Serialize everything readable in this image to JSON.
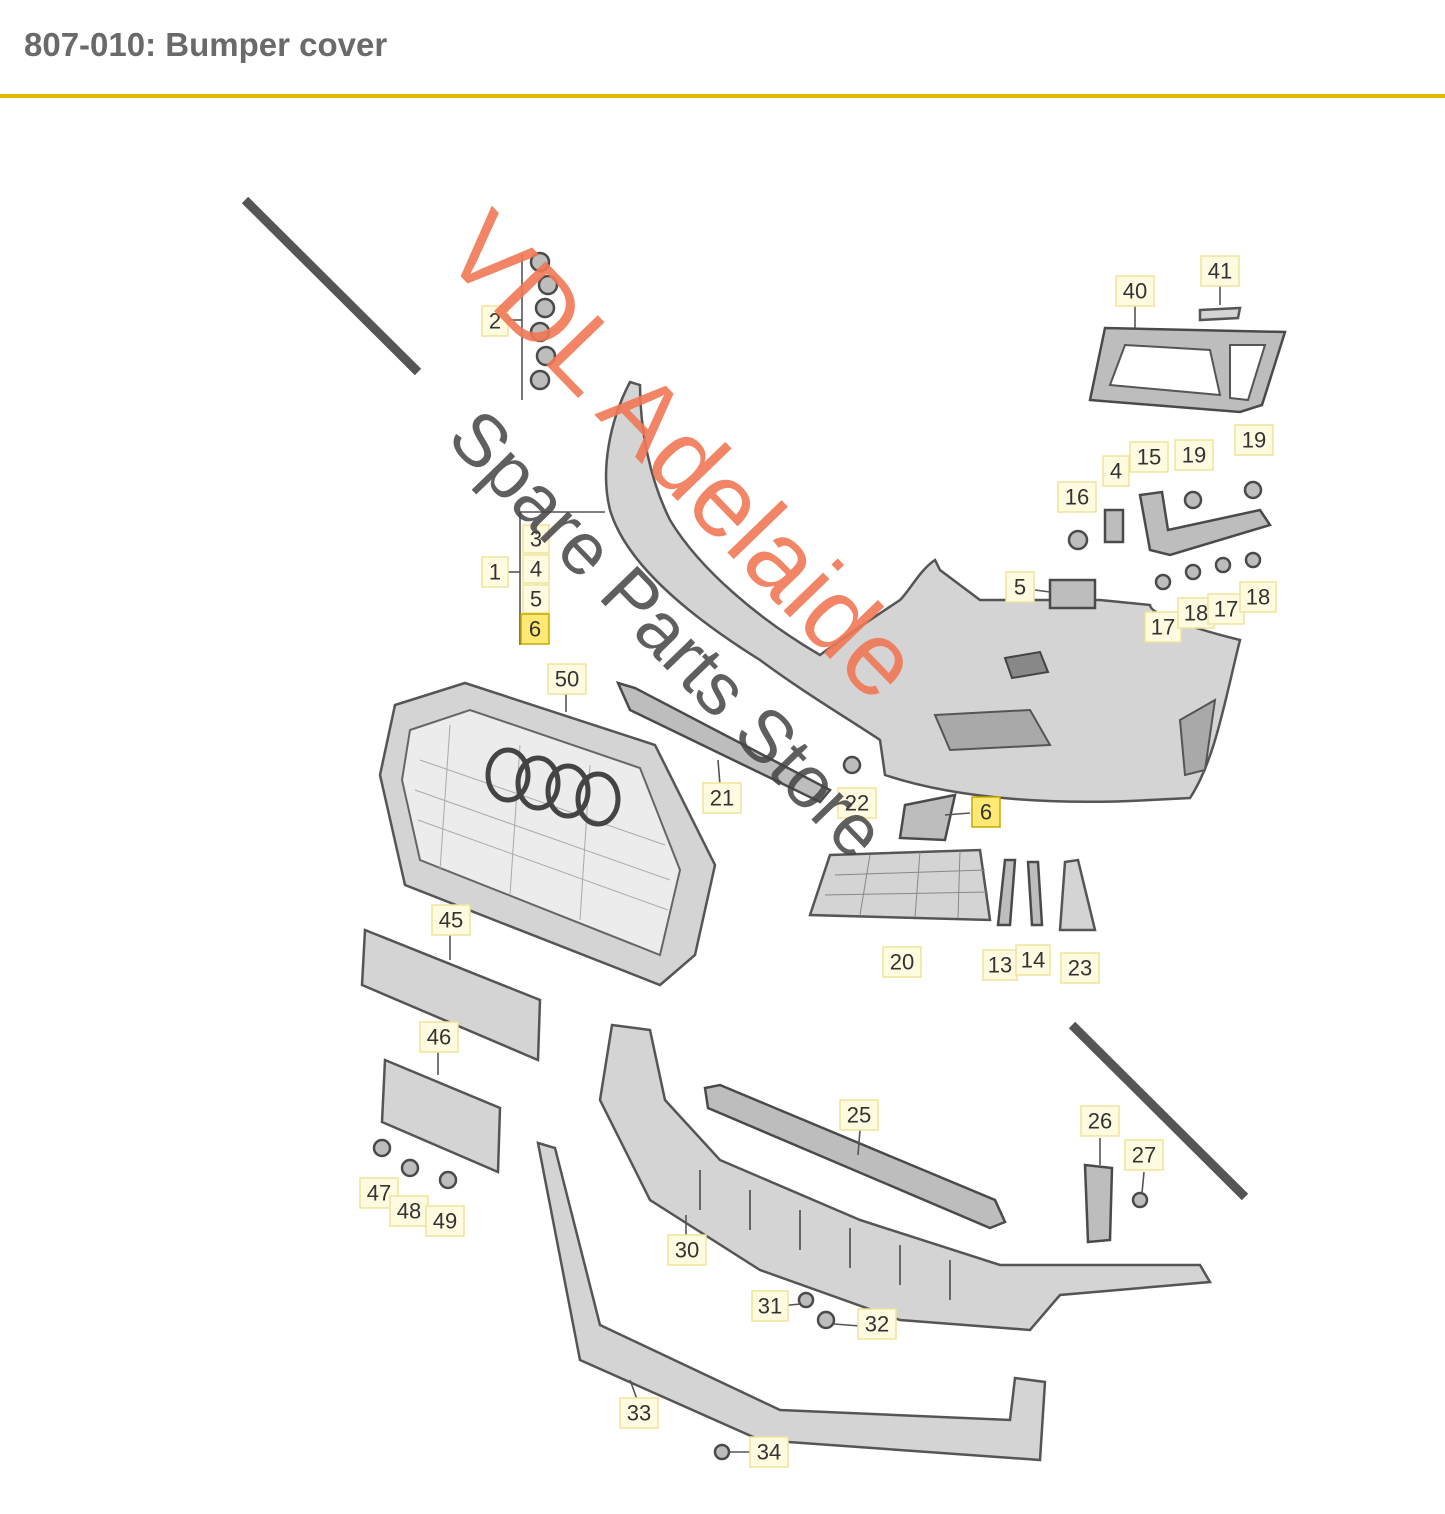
{
  "header": {
    "title": "807-010: Bumper cover"
  },
  "watermark": {
    "line1": "VDL Adelaide",
    "line2": "Spare Parts Store",
    "color": "#f07855"
  },
  "colors": {
    "accent": "#e6b800",
    "label_bg": "#fffbe0",
    "label_highlight": "#ffe873"
  },
  "callouts": [
    "1",
    "2",
    "3",
    "4",
    "5",
    "6",
    "4",
    "5",
    "6",
    "13",
    "14",
    "15",
    "16",
    "17",
    "17",
    "18",
    "18",
    "19",
    "19",
    "20",
    "21",
    "22",
    "23",
    "25",
    "26",
    "27",
    "30",
    "31",
    "32",
    "33",
    "34",
    "40",
    "41",
    "45",
    "46",
    "47",
    "48",
    "49",
    "50"
  ]
}
